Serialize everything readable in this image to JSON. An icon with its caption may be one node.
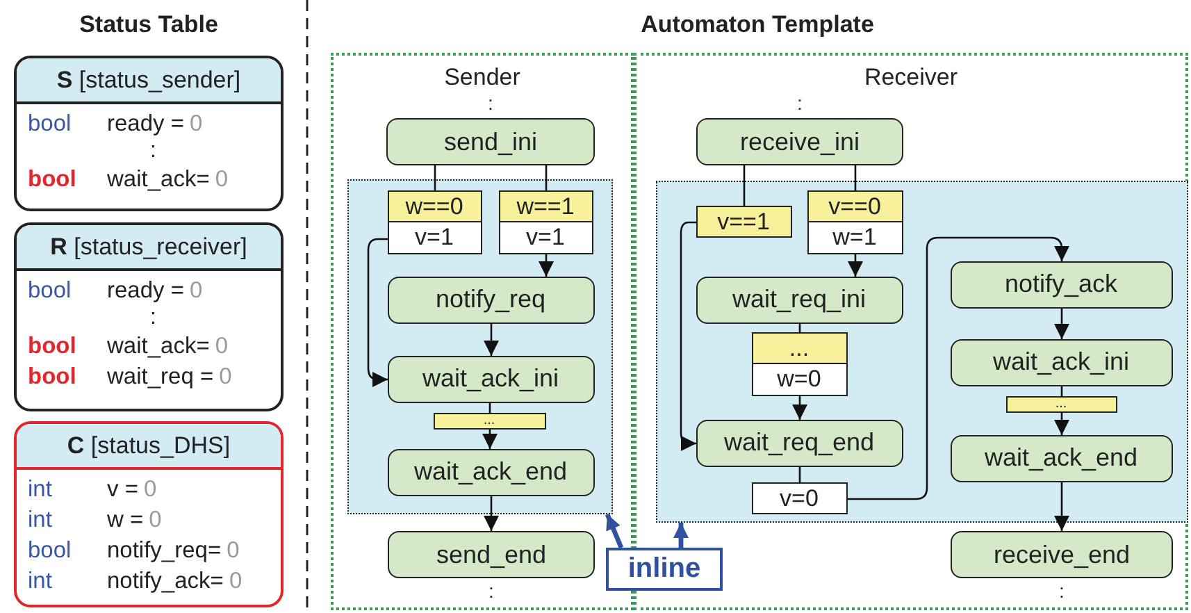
{
  "diagram": {
    "nodes": [
      {
        "text": [
          "**S** [status_sender]",
          "bool",
          "ready =",
          "0",
          ":",
          "bool",
          "wait_ack=",
          "0"
        ]
      },
      {
        "text": [
          "**R** [status_receiver]",
          "bool",
          "ready =",
          "0",
          ":",
          "bool",
          "wait_ack=",
          "0",
          "bool",
          "wait_req =",
          "0"
        ]
      },
      {
        "text": [
          "**C** [status_DHS]",
          "int",
          "v =",
          "0",
          "int",
          "w =",
          "0",
          "bool",
          "notify_req=",
          "0",
          "int",
          "notify_ack=",
          "0"
        ]
      },
      {
        "text": [
          "Sender"
        ]
      },
      {
        "text": [
          "send_ini"
        ],
        "beside": [
          ":"
        ],
        "in": 3
      },
      {
        "text": [],
        "shape": "box",
        "in": 3
      },
      {
        "text": [
          "w==0",
          "v=1"
        ],
        "in": 5
      },
      {
        "text": [
          "w==1",
          "v=1"
        ],
        "in": 5
      },
      {
        "text": [
          "notify_req"
        ],
        "in": 5
      },
      {
        "text": [
          "wait_ack_ini"
        ],
        "in": 5
      },
      {
        "text": [
          "..."
        ],
        "in": 5
      },
      {
        "text": [
          "wait_ack_end"
        ],
        "in": 5
      },
      {
        "text": [
          "send_end"
        ],
        "beside": [
          ":"
        ],
        "in": 3
      },
      {
        "text": [
          "Receiver"
        ]
      },
      {
        "text": [
          "receive_ini"
        ],
        "beside": [
          ":"
        ],
        "in": 13
      },
      {
        "text": [],
        "shape": "box",
        "in": 13
      },
      {
        "text": [
          "v==1"
        ],
        "in": 15
      },
      {
        "text": [
          "v==0",
          "w=1"
        ],
        "in": 15
      },
      {
        "text": [
          "wait_req_ini"
        ],
        "in": 15
      },
      {
        "text": [
          "...",
          "w=0"
        ],
        "in": 15
      },
      {
        "text": [
          "wait_req_end"
        ],
        "in": 15
      },
      {
        "text": [
          "v=0"
        ],
        "in": 15
      },
      {
        "text": [
          "notify_ack"
        ],
        "in": 15
      },
      {
        "text": [
          "wait_ack_ini"
        ],
        "in": 15
      },
      {
        "text": [
          "..."
        ],
        "in": 15
      },
      {
        "text": [
          "wait_ack_end"
        ],
        "in": 15
      },
      {
        "text": [
          "receive_end"
        ],
        "beside": [
          ":"
        ],
        "in": 13
      },
      {
        "text": [
          "inline"
        ]
      }
    ],
    "edges": [
      {
        "from": 4,
        "to": 6,
        "arrow": "none"
      },
      {
        "from": 4,
        "to": 7,
        "arrow": "none"
      },
      {
        "from": 7,
        "to": 8,
        "arrow": "to"
      },
      {
        "from": 6,
        "to": 9,
        "arrow": "to"
      },
      {
        "from": 8,
        "to": 9,
        "arrow": "to"
      },
      {
        "from": 9,
        "to": 10,
        "arrow": "none"
      },
      {
        "from": 10,
        "to": 11,
        "arrow": "to"
      },
      {
        "from": 11,
        "to": 12,
        "arrow": "to"
      },
      {
        "from": 14,
        "to": 16,
        "arrow": "none"
      },
      {
        "from": 14,
        "to": 17,
        "arrow": "none"
      },
      {
        "from": 17,
        "to": 18,
        "arrow": "to"
      },
      {
        "from": 16,
        "to": 20,
        "arrow": "to"
      },
      {
        "from": 18,
        "to": 19,
        "arrow": "none"
      },
      {
        "from": 19,
        "to": 20,
        "arrow": "to"
      },
      {
        "from": 20,
        "to": 21,
        "arrow": "none"
      },
      {
        "from": 21,
        "to": 22,
        "arrow": "to"
      },
      {
        "from": 22,
        "to": 23,
        "arrow": "to"
      },
      {
        "from": 23,
        "to": 24,
        "arrow": "none"
      },
      {
        "from": 24,
        "to": 25,
        "arrow": "to"
      },
      {
        "from": 25,
        "to": 26,
        "arrow": "to"
      },
      {
        "from": 27,
        "to": 5,
        "arrow": "to",
        "style": "thick",
        "color": "#3050a0"
      },
      {
        "from": 27,
        "to": 15,
        "arrow": "to",
        "style": "thick",
        "color": "#3050a0"
      }
    ],
    "labels": [
      "Status Table",
      "Automaton Template"
    ]
  }
}
